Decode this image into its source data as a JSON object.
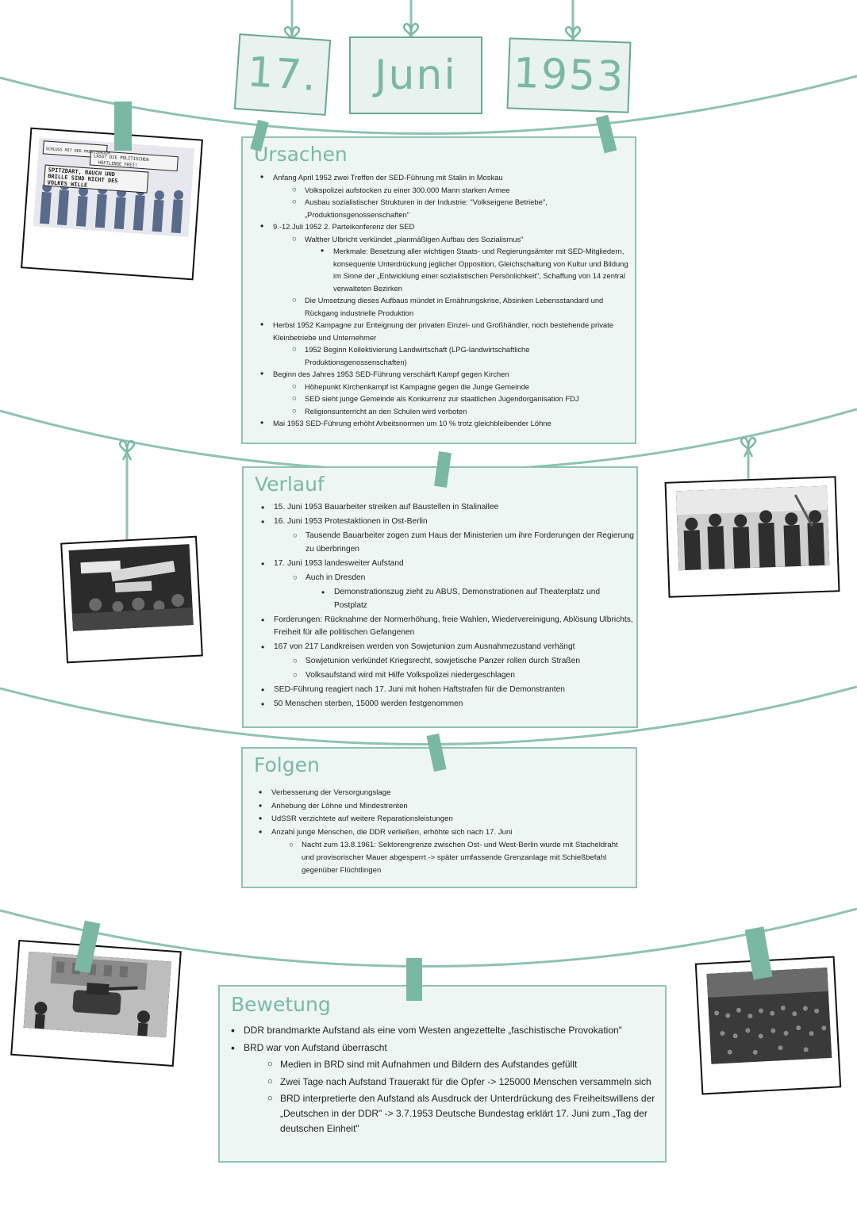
{
  "title": {
    "day": "17.",
    "month": "Juni",
    "year": "1953"
  },
  "colors": {
    "accent": "#7ab8a4",
    "string": "#8fc2b3",
    "box_bg": "#eef6f3"
  },
  "photo1_sign": {
    "line1": "SCHLUSS MIT DER PROVISORIUM",
    "line2": "LASST DIE POLITISCHEN",
    "line3": "HÄFTLINGE FREI!",
    "line4": "SPITZBART, BAUCH UND",
    "line5": "BRILLE SIND NICHT DES",
    "line6": "VOLKES WILLE"
  },
  "ursachen": {
    "heading": "Ursachen",
    "items": [
      {
        "level": 1,
        "text": "Anfang April 1952 zwei Treffen der SED-Führung mit Stalin in Moskau"
      },
      {
        "level": 2,
        "text": "Volkspolizei aufstocken zu einer 300.000 Mann starken Armee"
      },
      {
        "level": 2,
        "text": "Ausbau sozialistischer Strukturen in der Industrie: \"Volkseigene Betriebe\", „Produktionsgenossenschaften\""
      },
      {
        "level": 1,
        "text": "9.-12.Juli 1952 2. Parteikonferenz der SED"
      },
      {
        "level": 2,
        "text": "Walther Ulbricht verkündet „planmäßigen Aufbau des Sozialismus\""
      },
      {
        "level": 3,
        "text": "Merkmale: Besetzung aller wichtigen Staats- und Regierungsämter mit SED-Mitgliedern, konsequente Unterdrückung jeglicher Opposition, Gleichschaltung von Kultur und Bildung im Sinne der „Entwicklung einer sozialistischen Persönlichkeit\", Schaffung von 14 zentral verwalteten Bezirken"
      },
      {
        "level": 2,
        "text": "Die Umsetzung dieses Aufbaus mündet in Ernährungskrise, Absinken Lebensstandard und Rückgang industrielle Produktion"
      },
      {
        "level": 1,
        "text": "Herbst 1952 Kampagne zur Enteignung der privaten Einzel- und Großhändler, noch bestehende private Kleinbetriebe und Unternehmer"
      },
      {
        "level": 2,
        "text": "1952 Beginn Kollektivierung Landwirtschaft (LPG-landwirtschaftliche Produktionsgenossenschaften)"
      },
      {
        "level": 1,
        "text": "Beginn des Jahres 1953 SED-Führung verschärft Kampf gegen Kirchen"
      },
      {
        "level": 2,
        "text": "Höhepunkt Kirchenkampf ist Kampagne gegen die Junge Gemeinde"
      },
      {
        "level": 2,
        "text": "SED sieht junge Gemeinde als Konkurrenz zur staatlichen Jugendorganisation FDJ"
      },
      {
        "level": 2,
        "text": "Religionsunterricht an den Schulen wird verboten"
      },
      {
        "level": 1,
        "text": "Mai 1953 SED-Führung erhöht Arbeitsnormen um 10 % trotz gleichbleibender Löhne"
      }
    ]
  },
  "verlauf": {
    "heading": "Verlauf",
    "items": [
      {
        "level": 1,
        "text": "15. Juni 1953 Bauarbeiter streiken auf Baustellen in Stalinallee"
      },
      {
        "level": 1,
        "text": "16. Juni 1953 Protestaktionen in Ost-Berlin"
      },
      {
        "level": 2,
        "text": "Tausende Bauarbeiter zogen zum Haus der Ministerien um ihre Forderungen der Regierung zu überbringen"
      },
      {
        "level": 1,
        "text": "17. Juni 1953 landesweiter Aufstand"
      },
      {
        "level": 2,
        "text": "Auch in Dresden"
      },
      {
        "level": 3,
        "text": "Demonstrationszug zieht zu ABUS, Demonstrationen auf Theaterplatz und Postplatz"
      },
      {
        "level": 1,
        "text": "Forderungen: Rücknahme der Normerhöhung, freie Wahlen, Wiedervereinigung, Ablösung Ulbrichts, Freiheit für alle politischen Gefangenen"
      },
      {
        "level": 1,
        "text": "167 von 217 Landkreisen werden von Sowjetunion zum Ausnahmezustand verhängt"
      },
      {
        "level": 2,
        "text": "Sowjetunion verkündet Kriegsrecht, sowjetische Panzer rollen durch Straßen"
      },
      {
        "level": 2,
        "text": "Volksaufstand wird mit Hilfe Volkspolizei niedergeschlagen"
      },
      {
        "level": 1,
        "text": "SED-Führung reagiert nach 17. Juni mit hohen Haftstrafen für die Demonstranten"
      },
      {
        "level": 1,
        "text": "50 Menschen sterben, 15000 werden festgenommen"
      }
    ]
  },
  "folgen": {
    "heading": "Folgen",
    "items": [
      {
        "level": 1,
        "text": "Verbesserung der Versorgungslage"
      },
      {
        "level": 1,
        "text": "Anhebung der Löhne und Mindestrenten"
      },
      {
        "level": 1,
        "text": "UdSSR verzichtete auf weitere Reparationsleistungen"
      },
      {
        "level": 1,
        "text": "Anzahl junge Menschen, die DDR verließen, erhöhte sich nach 17. Juni"
      },
      {
        "level": 2,
        "text": "Nacht zum 13.8.1961: Sektorengrenze zwischen Ost- und West-Berlin wurde mit Stacheldraht und provisorischer Mauer abgesperrt -> später umfassende Grenzanlage mit Schießbefahl gegenüber Flüchtlingen"
      }
    ]
  },
  "bewertung": {
    "heading": "Bewetung",
    "items": [
      {
        "level": 1,
        "text": "DDR brandmarkte Aufstand als eine vom Westen angezettelte „faschistische Provokation\""
      },
      {
        "level": 1,
        "text": "BRD war von Aufstand überrascht"
      },
      {
        "level": 2,
        "text": "Medien in BRD sind mit Aufnahmen und Bildern des Aufstandes gefüllt"
      },
      {
        "level": 2,
        "text": "Zwei Tage nach Aufstand Trauerakt für die Opfer -> 125000 Menschen versammeln sich"
      },
      {
        "level": 2,
        "text": "BRD interpretierte den Aufstand als Ausdruck der Unterdrückung des Freiheitswillens der „Deutschen in der DDR\" -> 3.7.1953 Deutsche Bundestag erklärt 17. Juni zum „Tag der deutschen Einheit\""
      }
    ]
  }
}
